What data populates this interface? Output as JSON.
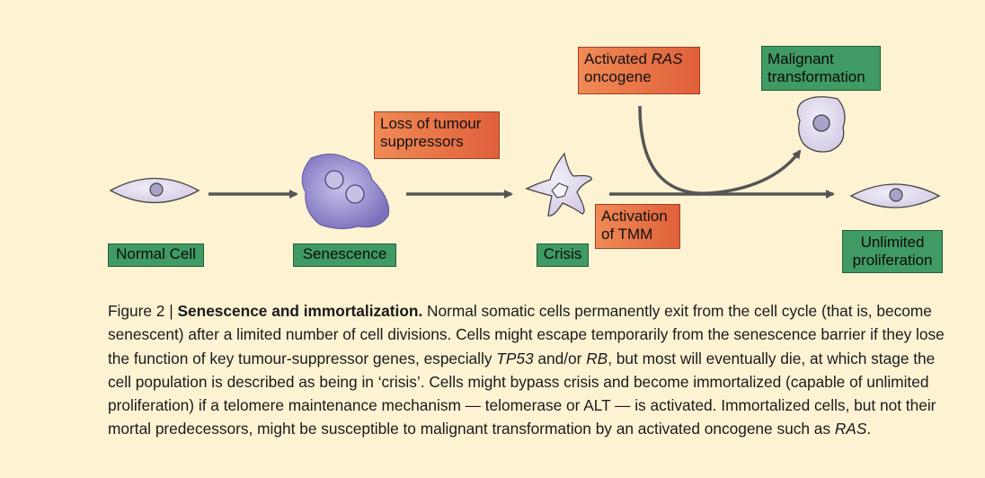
{
  "stages": {
    "normal_cell": "Normal Cell",
    "senescence": "Senescence",
    "crisis": "Crisis",
    "unlimited": "Unlimited\nproliferation",
    "malignant": "Malignant\ntransformation"
  },
  "events": {
    "loss_suppressors": "Loss of tumour\nsuppressors",
    "activation_tmm": "Activation\nof TMM",
    "ras_prefix": "Activated ",
    "ras_italic": "RAS",
    "ras_suffix": "oncogene"
  },
  "caption": {
    "figure": "Figure 2 | ",
    "title": "Senescence and immortalization.",
    "t1": " Normal somatic cells permanently exit from the cell cycle (that is, become senescent) after a limited number of cell divisions. Cells might escape temporarily from the senescence barrier if they lose the function of key tumour-suppressor genes, especially ",
    "i1": "TP53",
    "t2": " and/or ",
    "i2": "RB",
    "t3": ", but most will eventually die, at which stage the cell population is described as being in ‘crisis’. Cells might bypass crisis and become immortalized (capable of unlimited proliferation) if a telomere maintenance mechanism — telomerase or ALT — is activated. Immortalized cells, but not their mortal predecessors, might be susceptible to malignant transformation by an activated oncogene such as ",
    "i3": "RAS",
    "t4": "."
  },
  "colors": {
    "background": "#fdf3d3",
    "green_box": "#3f9a63",
    "orange_box": "#e8704a",
    "arrow": "#555555",
    "cell_fill": "#e4def0",
    "senescent_fill": "#8f86c9"
  }
}
